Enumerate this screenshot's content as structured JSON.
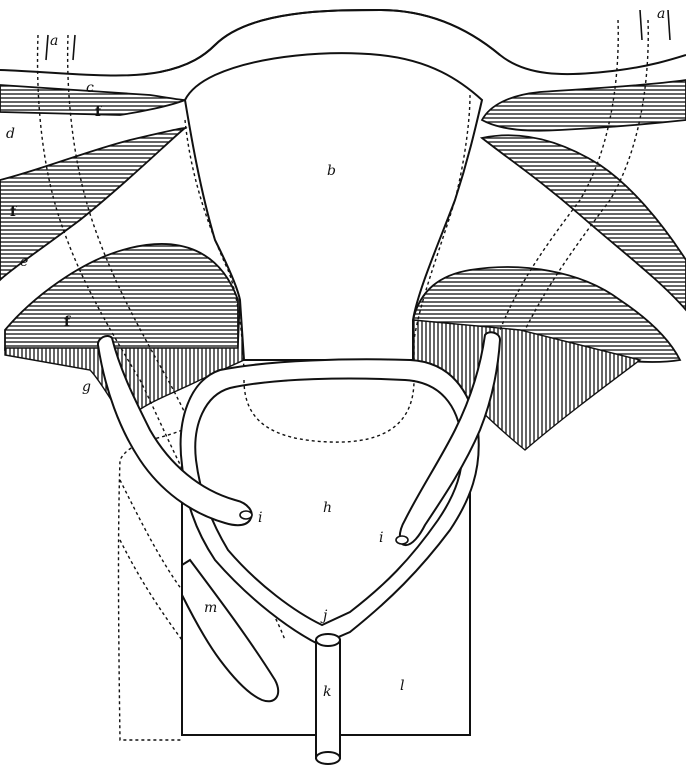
{
  "figure": {
    "labels": {
      "a_left": "a",
      "a_right": "a",
      "b": "b",
      "c": "c",
      "d": "d",
      "e": "e",
      "f1": "f",
      "f2": "f",
      "f3": "f",
      "g": "g",
      "h": "h",
      "i_left": "i",
      "i_right": "i",
      "j": "j",
      "k": "k",
      "l": "l",
      "m": "m"
    },
    "colors": {
      "ink": "#111111",
      "paper": "#ffffff"
    }
  }
}
